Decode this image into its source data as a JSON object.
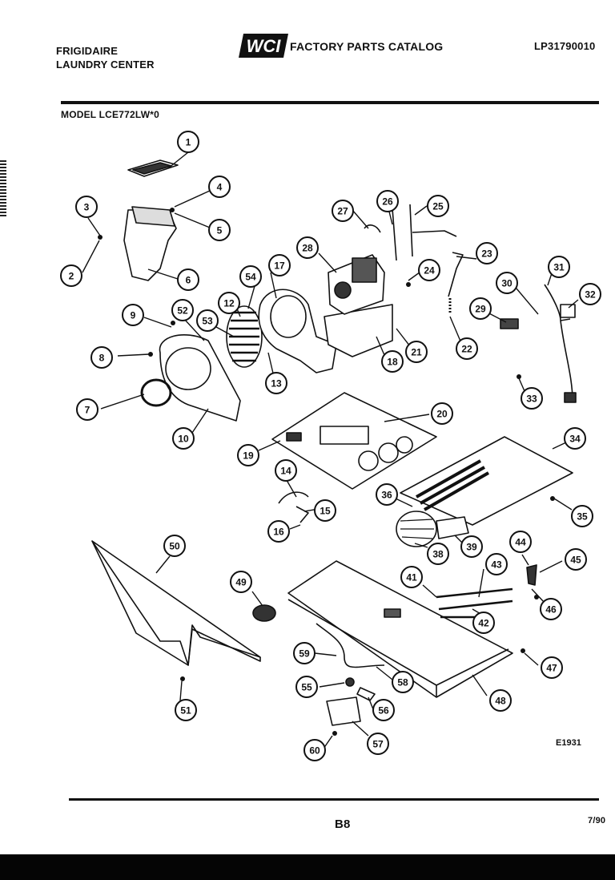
{
  "header": {
    "brand_line1": "FRIGIDAIRE",
    "brand_line2": "LAUNDRY CENTER",
    "logo_text": "WCI",
    "catalog_title": "FACTORY PARTS CATALOG",
    "catalog_number": "LP31790010",
    "model": "MODEL LCE772LW*0"
  },
  "figure": {
    "code": "E1931",
    "callouts": [
      "1",
      "2",
      "3",
      "4",
      "5",
      "6",
      "7",
      "8",
      "9",
      "10",
      "12",
      "13",
      "14",
      "15",
      "16",
      "17",
      "18",
      "19",
      "20",
      "21",
      "22",
      "23",
      "24",
      "25",
      "26",
      "27",
      "28",
      "29",
      "30",
      "31",
      "32",
      "33",
      "34",
      "35",
      "36",
      "38",
      "39",
      "41",
      "42",
      "43",
      "44",
      "45",
      "46",
      "47",
      "48",
      "49",
      "50",
      "51",
      "52",
      "53",
      "54",
      "55",
      "56",
      "57",
      "58",
      "59",
      "60"
    ]
  },
  "footer": {
    "page": "B8",
    "date": "7/90"
  }
}
